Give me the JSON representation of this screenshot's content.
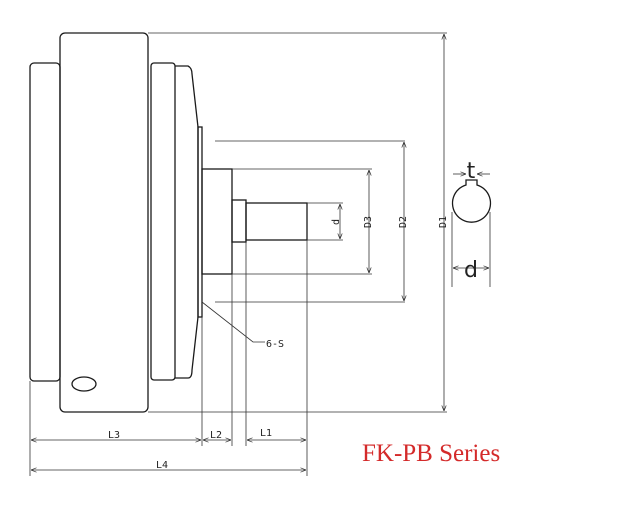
{
  "title": "FK-PB Series",
  "title_color": "#d42a2a",
  "dimensions": {
    "D1": "D1",
    "D2": "D2",
    "D3": "D3",
    "d_shaft": "d",
    "L1": "L1",
    "L2": "L2",
    "L3": "L3",
    "L4": "L4",
    "bolts": "6-S",
    "key_t": "t",
    "key_d": "d"
  }
}
